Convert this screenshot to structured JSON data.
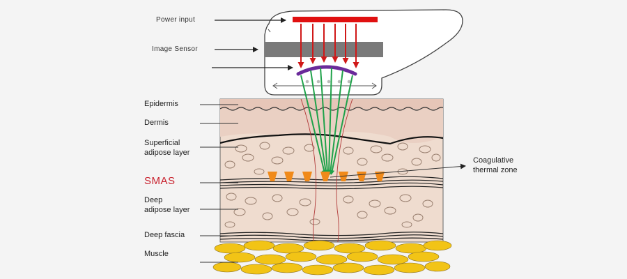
{
  "labels": {
    "power_input": "Power input",
    "image_sensor": "Image Sensor",
    "epidermis": "Epidermis",
    "dermis": "Dermis",
    "superficial_line1": "Superficial",
    "superficial_line2": "adipose layer",
    "smas": "SMAS",
    "deep_line1": "Deep",
    "deep_line2": "adipose layer",
    "deep_fascia": "Deep fascia",
    "muscle": "Muscle",
    "coagulative_line1": "Coagulative",
    "coagulative_line2": "thermal zone"
  },
  "colors": {
    "background": "#f4f4f4",
    "power_bar": "#e01010",
    "sensor_bar": "#7a7a7a",
    "arrows": "#d01818",
    "transducer_lens": "#6a2a9a",
    "beams": "#1fa24a",
    "skin_dermis": "#ecd2c6",
    "adipose": "#efdccf",
    "muscle_cells": "#f2c416",
    "thermal_points": "#f08a1a",
    "smas_label": "#c8202c"
  },
  "icons": {
    "handpiece": "ultrasound-handpiece-outline",
    "thermal_point": "orange-trapezoid-icon",
    "fat_cell": "oval-outline-icon",
    "muscle_cell": "yellow-ellipse-icon"
  }
}
